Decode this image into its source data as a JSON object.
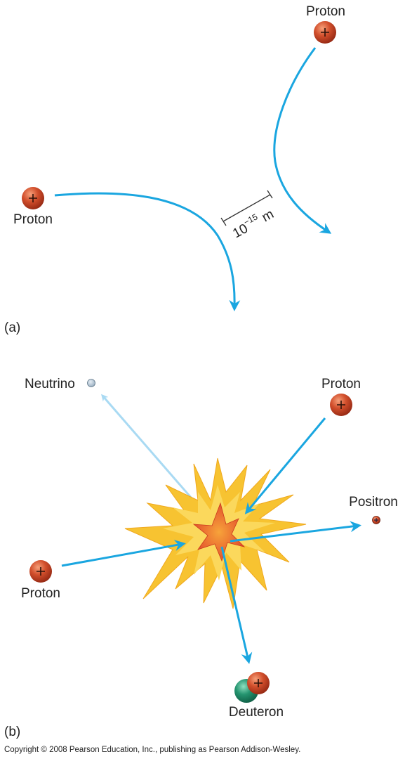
{
  "panel_a": {
    "panel_label": "(a)",
    "proton_top_label": "Proton",
    "proton_left_label": "Proton",
    "scale": {
      "base": "10",
      "exponent": "−15",
      "unit": "m"
    }
  },
  "panel_b": {
    "panel_label": "(b)",
    "neutrino_label": "Neutrino",
    "proton_top_label": "Proton",
    "proton_left_label": "Proton",
    "positron_label": "Positron",
    "deuteron_label": "Deuteron"
  },
  "copyright": "Copyright © 2008 Pearson Education, Inc., publishing as Pearson Addison-Wesley.",
  "colors": {
    "arrow": "#1aa6e0",
    "neutrino_arrow": "#a9daf3",
    "proton": "#c8442a",
    "neutron": "#1f8a6a",
    "burst": "#f7c331",
    "burst_core": "#e8512a"
  },
  "icons": {
    "proton": "plus-circle-icon",
    "positron": "small-plus-circle-icon",
    "neutrino": "small-circle-icon"
  }
}
